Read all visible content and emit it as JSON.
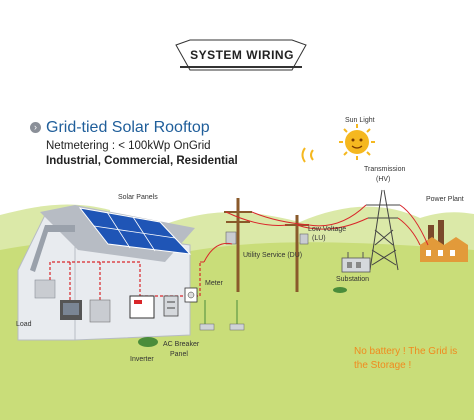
{
  "banner": {
    "title": "SYSTEM WIRING"
  },
  "header": {
    "title": "Grid-tied Solar Rooftop",
    "netmetering": "Netmetering : < 100kWp OnGrid",
    "segments": "Industrial, Commercial, Residential"
  },
  "labels": {
    "sun": "Sun Light",
    "solar_panels": "Solar Panels",
    "load": "Load",
    "inverter": "Inverter",
    "ac_breaker": "AC Breaker",
    "ac_breaker_2": "Panel",
    "meter": "Meter",
    "utility": "Utility Service (DU)",
    "low_voltage": "Low Voltage",
    "low_voltage_2": "(LU)",
    "transmission": "Transmission",
    "transmission_2": "(HV)",
    "power_plant": "Power Plant",
    "substation": "Substation"
  },
  "note": {
    "text": "No battery ! The Grid is the Storage !"
  },
  "colors": {
    "grass": "#c9dd79",
    "hills": "#dbe9a8",
    "wire": "#d9262a",
    "panel": "#1f55b6",
    "house": "#e8ebef",
    "roof": "#b7bcc4",
    "pole": "#8a5a2b",
    "note": "#f08a1e",
    "title": "#1f5e9a"
  }
}
